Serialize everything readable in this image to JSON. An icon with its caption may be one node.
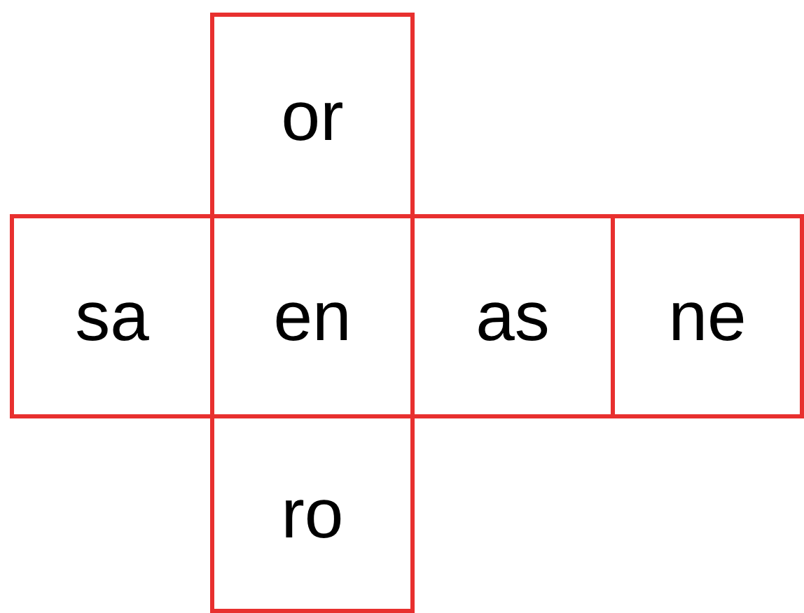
{
  "diagram": {
    "nodes": [
      {
        "text": [
          "or"
        ]
      },
      {
        "text": [
          "sa"
        ]
      },
      {
        "text": [
          "en"
        ]
      },
      {
        "text": [
          "as"
        ]
      },
      {
        "text": [
          "ne"
        ]
      },
      {
        "text": [
          "ro"
        ]
      }
    ]
  }
}
